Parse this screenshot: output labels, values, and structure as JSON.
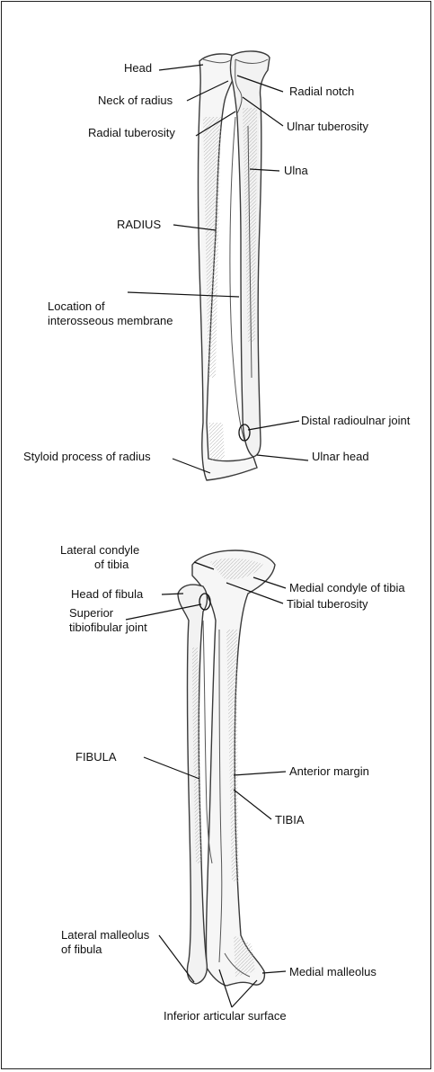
{
  "forearm_labels": {
    "head": "Head",
    "neck_of_radius": "Neck of radius",
    "radial_tuberosity": "Radial tuberosity",
    "radial_notch": "Radial notch",
    "ulnar_tuberosity": "Ulnar tuberosity",
    "ulna": "Ulna",
    "radius": "RADIUS",
    "interosseous_line1": "Location of",
    "interosseous_line2": "interosseous membrane",
    "distal_radioulnar_joint": "Distal radioulnar joint",
    "styloid_process": "Styloid process of radius",
    "ulnar_head": "Ulnar head"
  },
  "leg_labels": {
    "lateral_condyle_line1": "Lateral condyle",
    "lateral_condyle_line2": "of tibia",
    "head_of_fibula": "Head of fibula",
    "superior_joint_line1": "Superior",
    "superior_joint_line2": "tibiofibular joint",
    "medial_condyle": "Medial condyle of tibia",
    "tibial_tuberosity": "Tibial tuberosity",
    "fibula": "FIBULA",
    "anterior_margin": "Anterior margin",
    "tibia": "TIBIA",
    "lateral_malleolus_line1": "Lateral malleolus",
    "lateral_malleolus_line2": "of fibula",
    "medial_malleolus": "Medial malleolus",
    "inferior_articular_surface": "Inferior articular surface"
  },
  "colors": {
    "bone_outline": "#3a3a3a",
    "bone_fill": "#f4f4f4",
    "shading": "#9a9a9a",
    "leader": "#111111"
  }
}
